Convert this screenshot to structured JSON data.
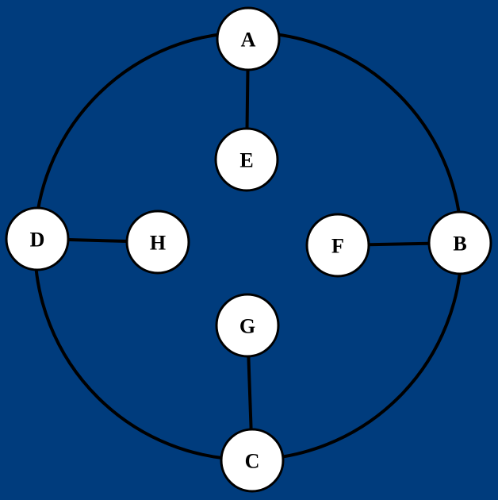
{
  "colors": {
    "background": "#003c7d",
    "line": "#000000",
    "node_fill": "#ffffff",
    "node_text": "#000000"
  },
  "nodes": [
    {
      "id": "A",
      "label": "A"
    },
    {
      "id": "B",
      "label": "B"
    },
    {
      "id": "C",
      "label": "C"
    },
    {
      "id": "D",
      "label": "D"
    },
    {
      "id": "E",
      "label": "E"
    },
    {
      "id": "F",
      "label": "F"
    },
    {
      "id": "G",
      "label": "G"
    },
    {
      "id": "H",
      "label": "H"
    }
  ],
  "edges": [
    {
      "from": "A",
      "to": "E"
    },
    {
      "from": "B",
      "to": "F"
    },
    {
      "from": "C",
      "to": "G"
    },
    {
      "from": "D",
      "to": "H"
    }
  ],
  "ring": {
    "nodes": [
      "A",
      "B",
      "C",
      "D"
    ]
  }
}
